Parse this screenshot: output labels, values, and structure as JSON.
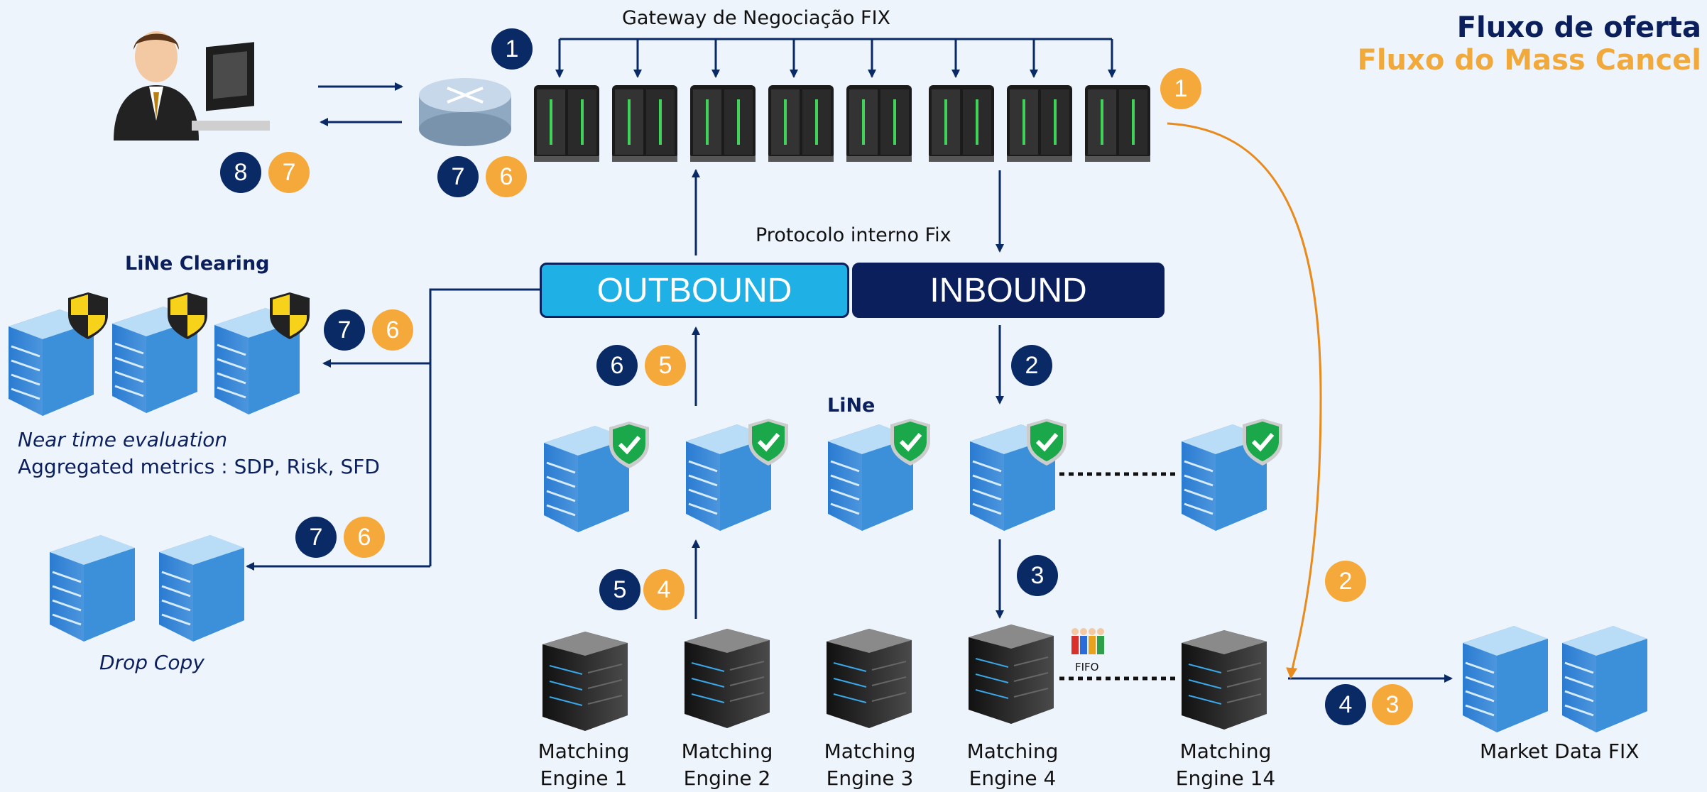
{
  "legend": {
    "offer_flow": "Fluxo de oferta",
    "mass_cancel_flow": "Fluxo do Mass Cancel"
  },
  "gateway": {
    "title": "Gateway de Negociação FIX"
  },
  "protocol": {
    "title": "Protocolo interno Fix",
    "outbound": "OUTBOUND",
    "inbound": "INBOUND"
  },
  "clearing": {
    "title": "LiNe Clearing",
    "caption_1": "Near time evaluation",
    "caption_2": "Aggregated metrics : SDP, Risk, SFD"
  },
  "line": {
    "title": "LiNe"
  },
  "drop_copy": {
    "title": "Drop Copy"
  },
  "fifo": {
    "label": "FIFO"
  },
  "market_data": {
    "title": "Market Data FIX"
  },
  "matching_engines": [
    {
      "line1": "Matching",
      "line2": "Engine 1"
    },
    {
      "line1": "Matching",
      "line2": "Engine 2"
    },
    {
      "line1": "Matching",
      "line2": "Engine 3"
    },
    {
      "line1": "Matching",
      "line2": "Engine 4"
    },
    {
      "line1": "Matching",
      "line2": "Engine 14"
    }
  ],
  "steps": {
    "gateway_offer": "1",
    "gateway_cancel": "1",
    "user_offer": "8",
    "user_cancel": "7",
    "router_offer": "7",
    "router_cancel": "6",
    "clearing_offer": "7",
    "clearing_cancel": "6",
    "drop_offer": "7",
    "drop_cancel": "6",
    "line_out_offer": "6",
    "line_out_cancel": "5",
    "me_out_offer": "5",
    "me_out_cancel": "4",
    "inbound_offer": "2",
    "line_in_offer": "3",
    "mass_cancel_me": "2",
    "md_offer": "4",
    "md_cancel": "3"
  },
  "colors": {
    "offer": "#0a2a66",
    "cancel": "#f6a93b",
    "outbound": "#1fb0e6",
    "inbound": "#0a1f5c"
  },
  "icons": {
    "user": "user-computer-icon",
    "router": "router-icon",
    "gateway_server": "rack-server-icon",
    "clearing_server": "shield-server-icon",
    "line_server": "check-server-icon",
    "matching_server": "black-server-icon",
    "fifo": "queue-people-icon"
  }
}
